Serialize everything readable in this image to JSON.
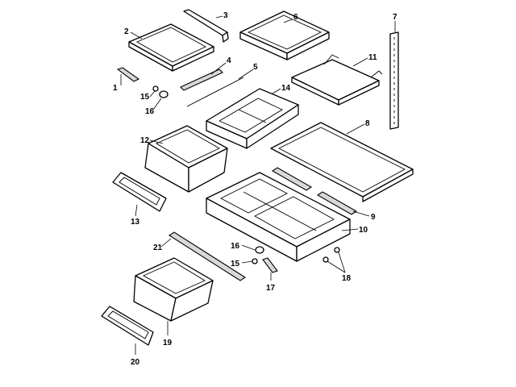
{
  "callouts": [
    {
      "id": "1",
      "label": "1"
    },
    {
      "id": "2",
      "label": "2"
    },
    {
      "id": "3",
      "label": "3"
    },
    {
      "id": "4",
      "label": "4"
    },
    {
      "id": "5",
      "label": "5"
    },
    {
      "id": "6",
      "label": "6"
    },
    {
      "id": "7",
      "label": "7"
    },
    {
      "id": "8",
      "label": "8"
    },
    {
      "id": "9",
      "label": "9"
    },
    {
      "id": "10",
      "label": "10"
    },
    {
      "id": "11",
      "label": "11"
    },
    {
      "id": "12",
      "label": "12"
    },
    {
      "id": "13",
      "label": "13"
    },
    {
      "id": "14",
      "label": "14"
    },
    {
      "id": "15a",
      "label": "15"
    },
    {
      "id": "15b",
      "label": "15"
    },
    {
      "id": "16a",
      "label": "16"
    },
    {
      "id": "16b",
      "label": "16"
    },
    {
      "id": "17",
      "label": "17"
    },
    {
      "id": "18",
      "label": "18"
    },
    {
      "id": "19",
      "label": "19"
    },
    {
      "id": "20",
      "label": "20"
    },
    {
      "id": "21",
      "label": "21"
    }
  ]
}
